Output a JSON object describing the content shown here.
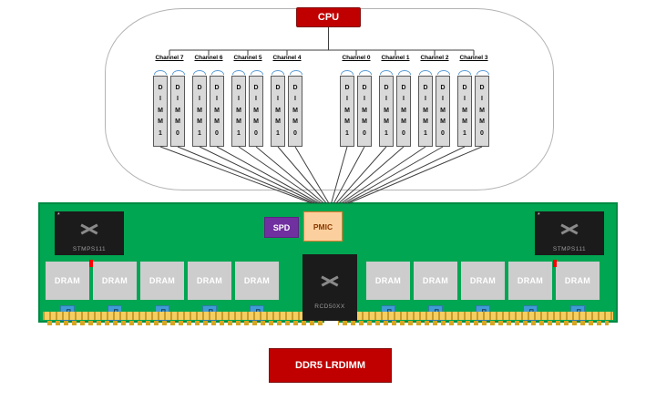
{
  "cpu": {
    "label": "CPU"
  },
  "channels": [
    {
      "label": "Channel 7",
      "dimms": [
        "DIMM1",
        "DIMM0"
      ]
    },
    {
      "label": "Channel 6",
      "dimms": [
        "DIMM1",
        "DIMM0"
      ]
    },
    {
      "label": "Channel 5",
      "dimms": [
        "DIMM1",
        "DIMM0"
      ]
    },
    {
      "label": "Channel 4",
      "dimms": [
        "DIMM1",
        "DIMM0"
      ]
    },
    {
      "label": "Channel 0",
      "dimms": [
        "DIMM1",
        "DIMM0"
      ]
    },
    {
      "label": "Channel 1",
      "dimms": [
        "DIMM1",
        "DIMM0"
      ]
    },
    {
      "label": "Channel 2",
      "dimms": [
        "DIMM1",
        "DIMM0"
      ]
    },
    {
      "label": "Channel 3",
      "dimms": [
        "DIMM1",
        "DIMM0"
      ]
    }
  ],
  "module": {
    "label": "DDR5 LRDIMM",
    "spd_label": "SPD",
    "pmic_label": "PMIC",
    "rcd_label": "RCD50XX",
    "power_chip_label": "STMPS111",
    "dram_label": "DRAM",
    "db_label": "DB",
    "asterisk": "*"
  },
  "colors": {
    "accent_red": "#C00000",
    "pcb_green": "#00A651",
    "gold_edge": "#F5CE62",
    "db_blue": "#3E9BD5",
    "spd_purple": "#7030A0",
    "pmic_orange": "#FBD09E",
    "chip_black": "#1B1B1B",
    "dimm_gray": "#D9D9D9",
    "brace_blue": "#5B9BD5"
  }
}
